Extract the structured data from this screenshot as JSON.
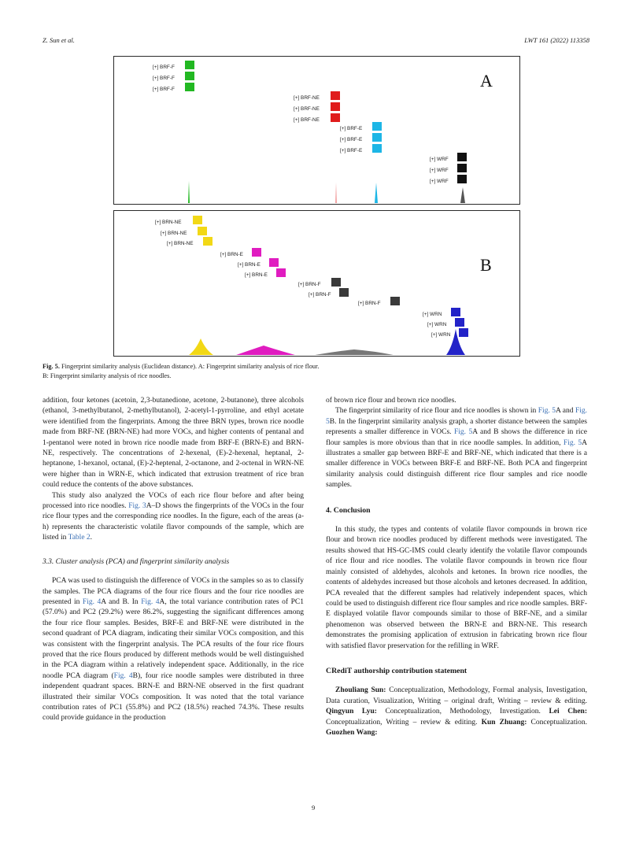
{
  "header": {
    "left": "Z. Sun et al.",
    "right": "LWT 161 (2022) 113358"
  },
  "figure": {
    "panel_a": {
      "letter": "A",
      "groups": [
        {
          "label": "[+] BRF-F",
          "color": "#22b822"
        },
        {
          "label": "[+] BRF-NE",
          "color": "#e01c1c"
        },
        {
          "label": "[+] BRF-E",
          "color": "#1db6e6"
        },
        {
          "label": "[+] WRF",
          "color": "#111111"
        }
      ]
    },
    "panel_b": {
      "letter": "B",
      "groups": [
        {
          "label": "[+] BRN-NE",
          "color": "#f2d816"
        },
        {
          "label": "[+] BRN-E",
          "color": "#e01cc0"
        },
        {
          "label": "[+] BRN-F",
          "color": "#3a3a3a"
        },
        {
          "label": "[+] WRN",
          "color": "#2323c8"
        }
      ]
    }
  },
  "caption": {
    "label": "Fig. 5.",
    "text": "Fingerprint similarity analysis (Euclidean distance). A: Fingerprint similarity analysis of rice flour.",
    "text2": "B: Fingerprint similarity analysis of rice noodles."
  },
  "left_col": {
    "p1": "addition, four ketones (acetoin, 2,3-butanedione, acetone, 2-butanone), three alcohols (ethanol, 3-methylbutanol, 2-methylbutanol), 2-acetyl-1-pyrroline, and ethyl acetate were identified from the fingerprints. Among the three BRN types, brown rice noodle made from BRF-NE (BRN-NE) had more VOCs, and higher contents of pentanal and 1-pentanol were noted in brown rice noodle made from BRF-E (BRN-E) and BRN-NE, respectively. The concentrations of 2-hexenal, (E)-2-hexenal, heptanal, 2-heptanone, 1-hexanol, octanal, (E)-2-heptenal, 2-octanone, and 2-octenal in WRN-NE were higher than in WRN-E, which indicated that extrusion treatment of rice bran could reduce the contents of the above substances.",
    "p2a": "This study also analyzed the VOCs of each rice flour before and after being processed into rice noodles.",
    "p2_fig3": "Fig. 3",
    "p2b": "A–D shows the fingerprints of the VOCs in the four rice flour types and the corresponding rice noodles. In the figure, each of the areas (a-h) represents the characteristic volatile flavor compounds of the sample, which are listed in",
    "p2_table": "Table 2",
    "p2c": ".",
    "sec33": "3.3. Cluster analysis (PCA) and fingerprint similarity analysis",
    "p3a": "PCA was used to distinguish the difference of VOCs in the samples so as to classify the samples. The PCA diagrams of the four rice flours and the four rice noodles are presented in",
    "p3_fig4": "Fig. 4",
    "p3b": "A and B. In",
    "p3_fig4b": "Fig. 4",
    "p3c": "A, the total variance contribution rates of PC1 (57.0%) and PC2 (29.2%) were 86.2%, suggesting the significant differences among the four rice flour samples. Besides, BRF-E and BRF-NE were distributed in the second quadrant of PCA diagram, indicating their similar VOCs composition, and this was consistent with the fingerprint analysis. The PCA results of the four rice flours proved that the rice flours produced by different methods would be well distinguished in the PCA diagram within a relatively independent space. Additionally, in the rice noodle PCA diagram (",
    "p3_fig4c": "Fig. 4",
    "p3d": "B), four rice noodle samples were distributed in three independent quadrant spaces. BRN-E and BRN-NE observed in the first quadrant illustrated their similar VOCs composition. It was noted that the total variance contribution rates of PC1 (55.8%) and PC2 (18.5%) reached 74.3%. These results could provide guidance in the production"
  },
  "right_col": {
    "p0": "of brown rice flour and brown rice noodles.",
    "p1a": "The fingerprint similarity of rice flour and rice noodles is shown in",
    "p1_f5a": "Fig. 5",
    "p1b": "A and",
    "p1_f5b": "Fig. 5",
    "p1c": "B. In the fingerprint similarity analysis graph, a shorter distance between the samples represents a smaller difference in VOCs.",
    "p1_f5c": "Fig. 5",
    "p1d": "A and B shows the difference in rice flour samples is more obvious than that in rice noodle samples. In addition,",
    "p1_f5d": "Fig. 5",
    "p1e": "A illustrates a smaller gap between BRF-E and BRF-NE, which indicated that there is a smaller difference in VOCs between BRF-E and BRF-NE. Both PCA and fingerprint similarity analysis could distinguish different rice flour samples and rice noodle samples.",
    "sec4": "4. Conclusion",
    "p2": "In this study, the types and contents of volatile flavor compounds in brown rice flour and brown rice noodles produced by different methods were investigated. The results showed that HS-GC-IMS could clearly identify the volatile flavor compounds of rice flour and rice noodles. The volatile flavor compounds in brown rice flour mainly consisted of aldehydes, alcohols and ketones. In brown rice noodles, the contents of aldehydes increased but those alcohols and ketones decreased. In addition, PCA revealed that the different samples had relatively independent spaces, which could be used to distinguish different rice flour samples and rice noodle samples. BRF-E displayed volatile flavor compounds similar to those of BRF-NE, and a similar phenomenon was observed between the BRN-E and BRN-NE. This research demonstrates the promising application of extrusion in fabricating brown rice flour with satisfied flavor preservation for the refilling in WRF.",
    "sec_credit": "CRediT authorship contribution statement",
    "a1": "Zhouliang Sun:",
    "a1r": "Conceptualization, Methodology, Formal analysis, Investigation, Data curation, Visualization, Writing – original draft, Writing – review & editing.",
    "a2": "Qingyun Lyu:",
    "a2r": "Conceptualization, Methodology, Investigation.",
    "a3": "Lei Chen:",
    "a3r": "Conceptualization, Writing – review & editing.",
    "a4": "Kun Zhuang:",
    "a4r": "Conceptualization.",
    "a5": "Guozhen Wang:"
  },
  "page_number": "9"
}
